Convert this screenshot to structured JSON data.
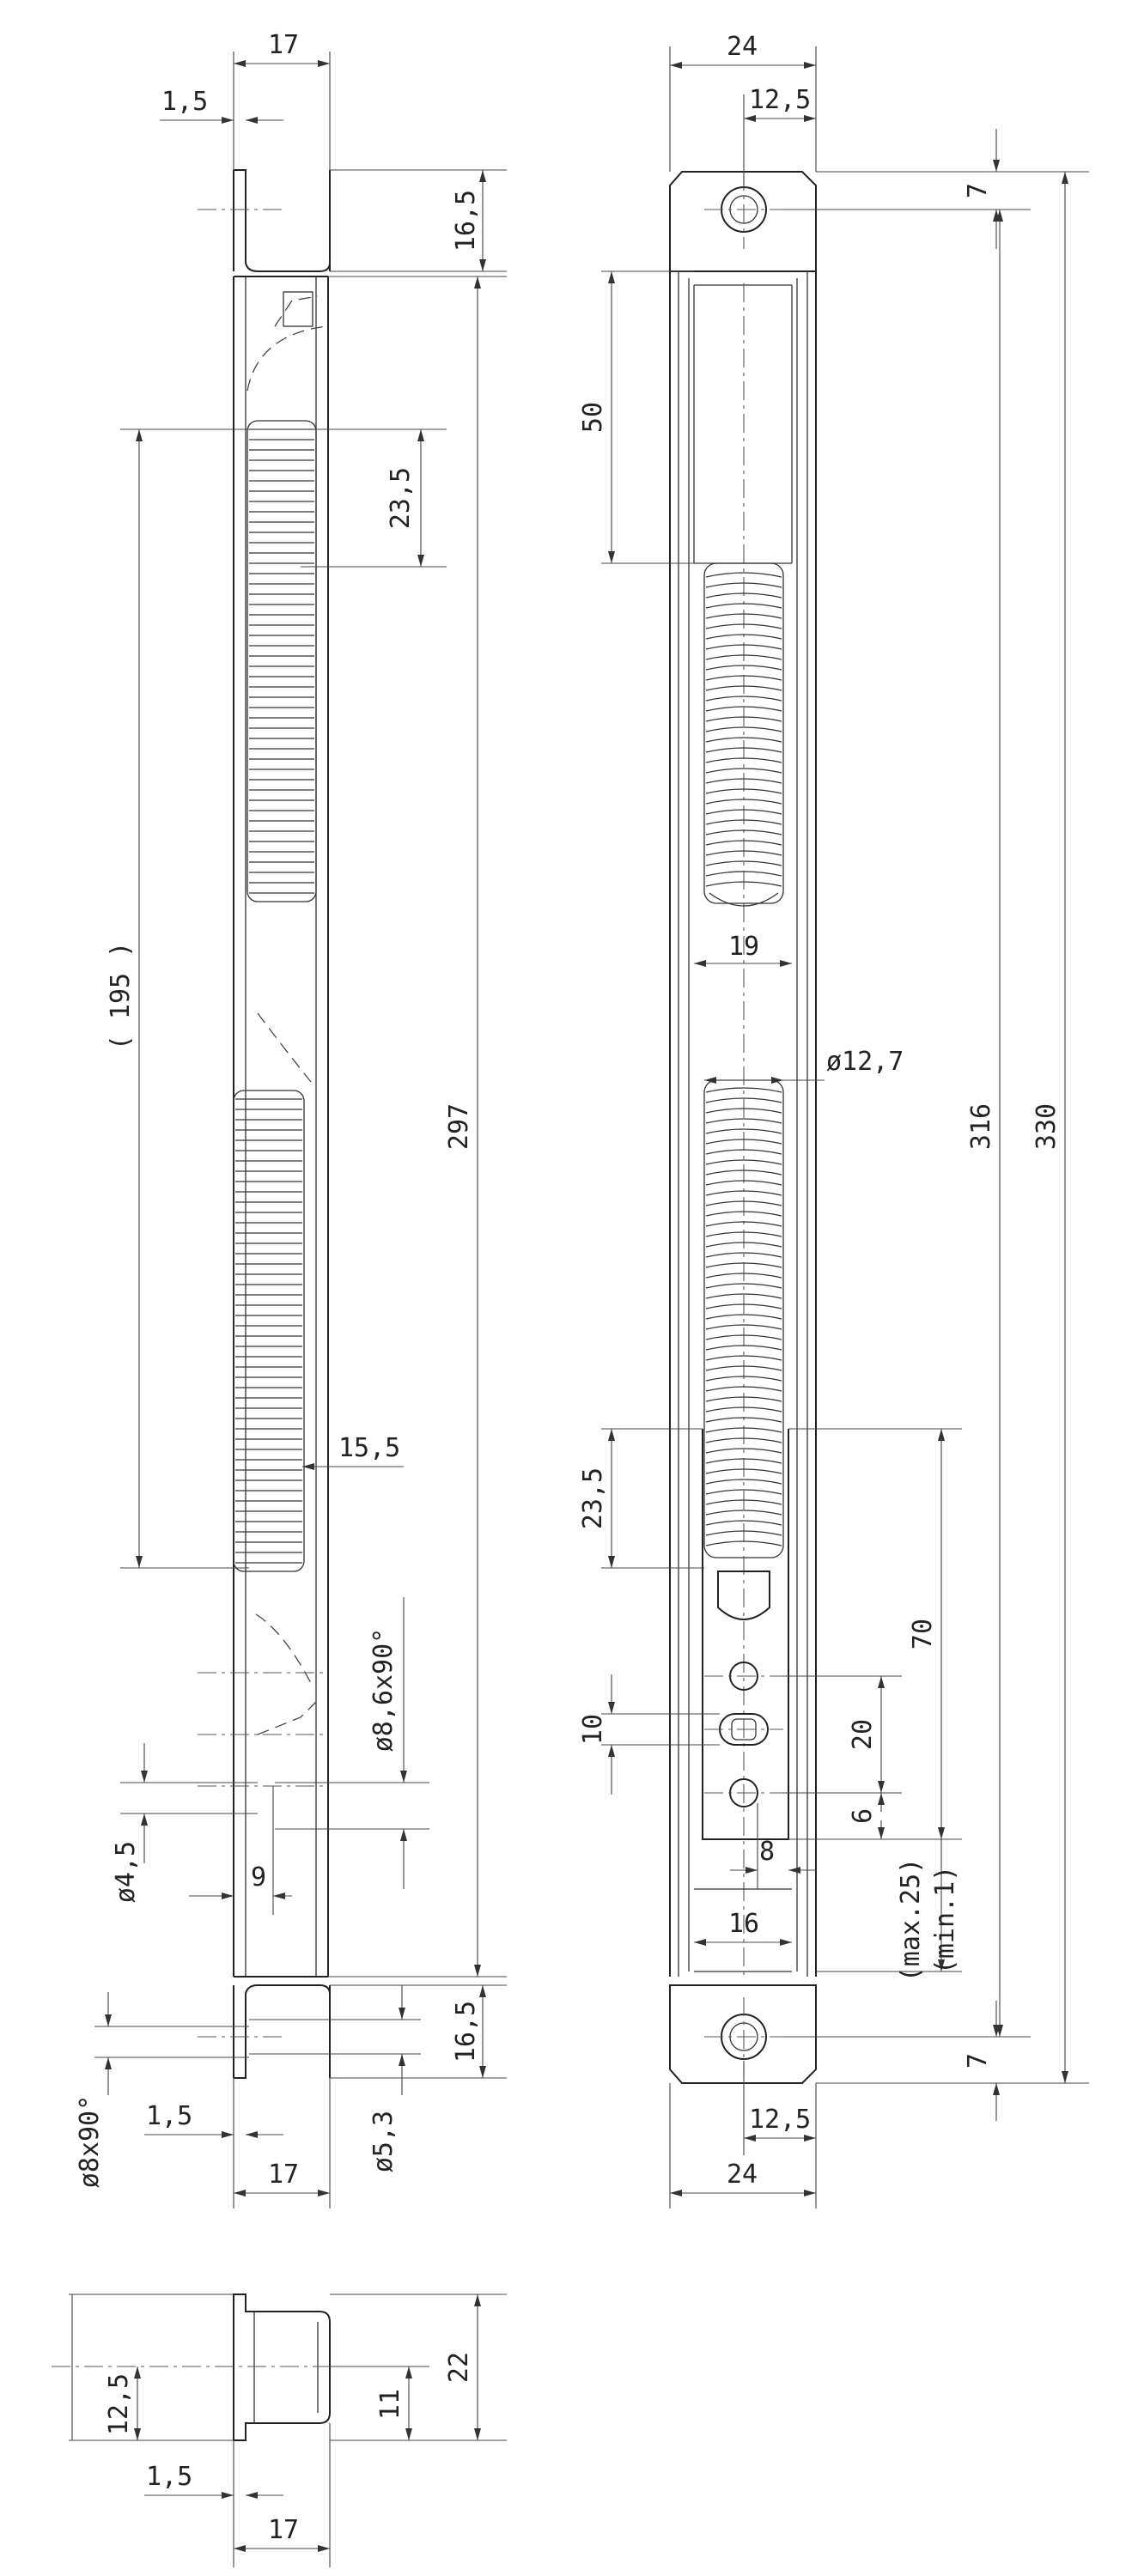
{
  "dimensions": {
    "side_view": {
      "width_top": "17",
      "wall_top": "1,5",
      "end_height_top": "16,5",
      "spring_length": "23,5",
      "spring_span": "( 195 )",
      "overall_length": "297",
      "spring_width": "15,5",
      "countersink_upper": "ø8,6x90°",
      "hole_small": "ø4,5",
      "offset": "9",
      "end_height_bottom": "16,5",
      "countersink_lower": "ø8x90°",
      "wall_bottom": "1,5",
      "hole_bottom": "ø5,3",
      "width_bottom": "17"
    },
    "front_view": {
      "width_top": "24",
      "hole_offset_top": "12,5",
      "end_hole_top": "7",
      "slot_top": "50",
      "overall_length": "330",
      "centers_length": "316",
      "gap_width": "19",
      "spring_dia": "ø12,7",
      "spring_length": "23,5",
      "plate_length": "70",
      "hole_pitch": "20",
      "slot_height": "10",
      "hole_edge": "6",
      "plate_width": "8",
      "travel_max": "(max.25)",
      "travel_min": "(min.1)",
      "inner_width": "16",
      "end_hole_bottom": "7",
      "hole_offset_bottom": "12,5",
      "width_bottom": "24"
    },
    "end_view": {
      "center_height": "12,5",
      "height": "22",
      "half_height": "11",
      "wall": "1,5",
      "width": "17"
    }
  }
}
